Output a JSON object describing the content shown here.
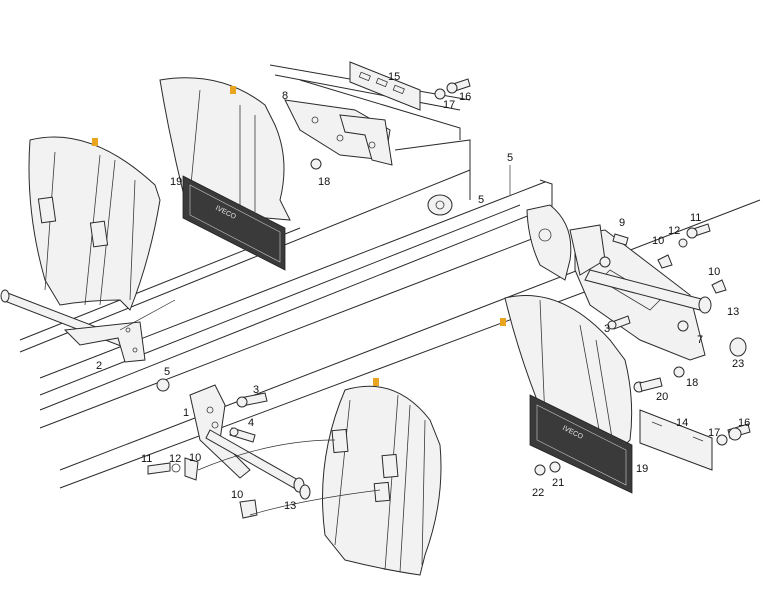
{
  "diagram": {
    "callouts": [
      "1",
      "2",
      "3",
      "3",
      "4",
      "5",
      "5",
      "5",
      "7",
      "8",
      "9",
      "10",
      "10",
      "10",
      "10",
      "11",
      "11",
      "12",
      "12",
      "13",
      "13",
      "14",
      "15",
      "16",
      "16",
      "17",
      "17",
      "18",
      "18",
      "19",
      "19",
      "20",
      "21",
      "22",
      "23"
    ],
    "position_markers": 4,
    "marker_color": "#e9a51f",
    "line_color": "#2b2b2b"
  }
}
